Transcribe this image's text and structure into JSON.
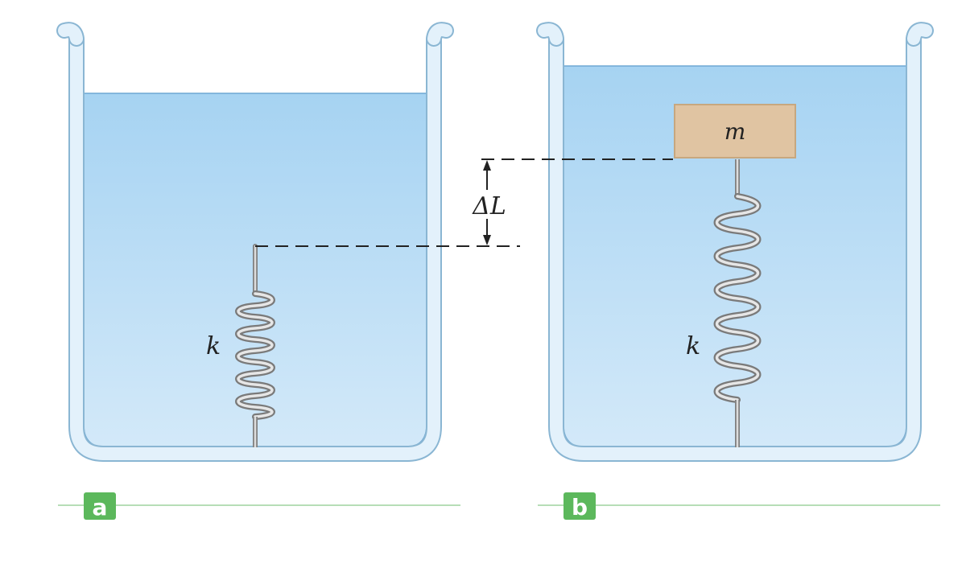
{
  "panels": [
    {
      "id": "a",
      "label": "a",
      "spring_label": "k"
    },
    {
      "id": "b",
      "label": "b",
      "spring_label": "k",
      "mass_label": "m"
    }
  ],
  "dimension": {
    "label": "ΔL"
  },
  "colors": {
    "water_top": "#a6d3f2",
    "water_bottom": "#d3e9f9",
    "beaker_glass": "#dceefa",
    "beaker_outline": "#8ab6d3",
    "mass_fill": "#e0c4a2",
    "mass_stroke": "#c7a77f",
    "spring": "#8a8a8a",
    "tag_fill": "#5cb85c",
    "tag_line": "#9fd49f",
    "dash": "#222222"
  }
}
